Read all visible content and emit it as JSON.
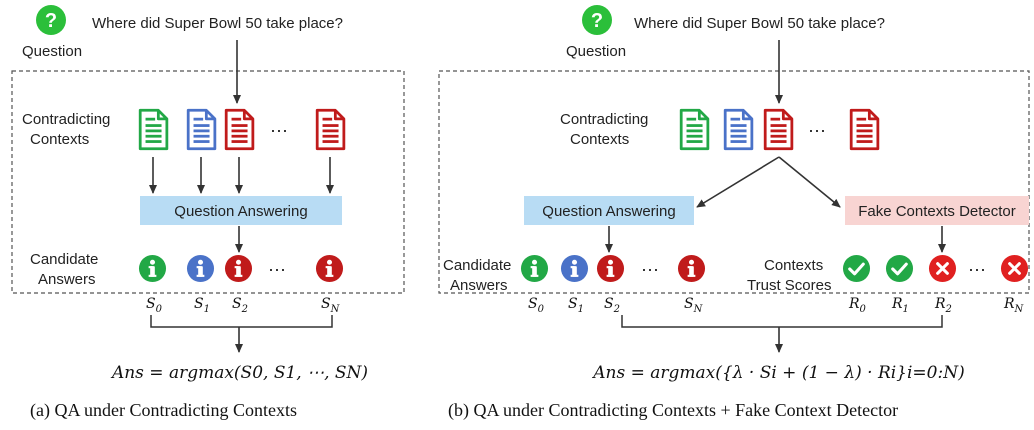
{
  "colors": {
    "green": "#22a846",
    "blue": "#4a72c8",
    "red": "#c01b1b",
    "qa_box": "#b8dcf4",
    "fake_box": "#f8d4d2",
    "question_green": "#2bbf3a"
  },
  "panel_a": {
    "question_icon": "?",
    "question_text": "Where did Super Bowl 50 take place?",
    "question_label": "Question",
    "contexts_label": [
      "Contradicting",
      "Contexts"
    ],
    "qa_box_label": "Question Answering",
    "answers_label": [
      "Candidate",
      "Answers"
    ],
    "score_labels": [
      "S",
      "S",
      "S",
      "S"
    ],
    "score_subs": [
      "0",
      "1",
      "2",
      "N"
    ],
    "ellipsis": "···",
    "formula_prefix": "Ans = argmax(",
    "formula": "Ans = argmax(S0, S1, ⋯, SN)",
    "caption": "(a)  QA under Contradicting Contexts"
  },
  "panel_b": {
    "question_icon": "?",
    "question_text": "Where did Super Bowl 50 take place?",
    "question_label": "Question",
    "contexts_label": [
      "Contradicting",
      "Contexts"
    ],
    "qa_box_label": "Question Answering",
    "fake_box_label": "Fake Contexts Detector",
    "answers_label": [
      "Candidate",
      "Answers"
    ],
    "trust_label": [
      "Contexts",
      "Trust Scores"
    ],
    "score_subs": [
      "0",
      "1",
      "2",
      "N"
    ],
    "ellipsis": "···",
    "formula": "Ans = argmax({λ · Si + (1 − λ) · Ri}i=0:N)",
    "caption": "(b)  QA under Contradicting Contexts + Fake Context Detector"
  }
}
